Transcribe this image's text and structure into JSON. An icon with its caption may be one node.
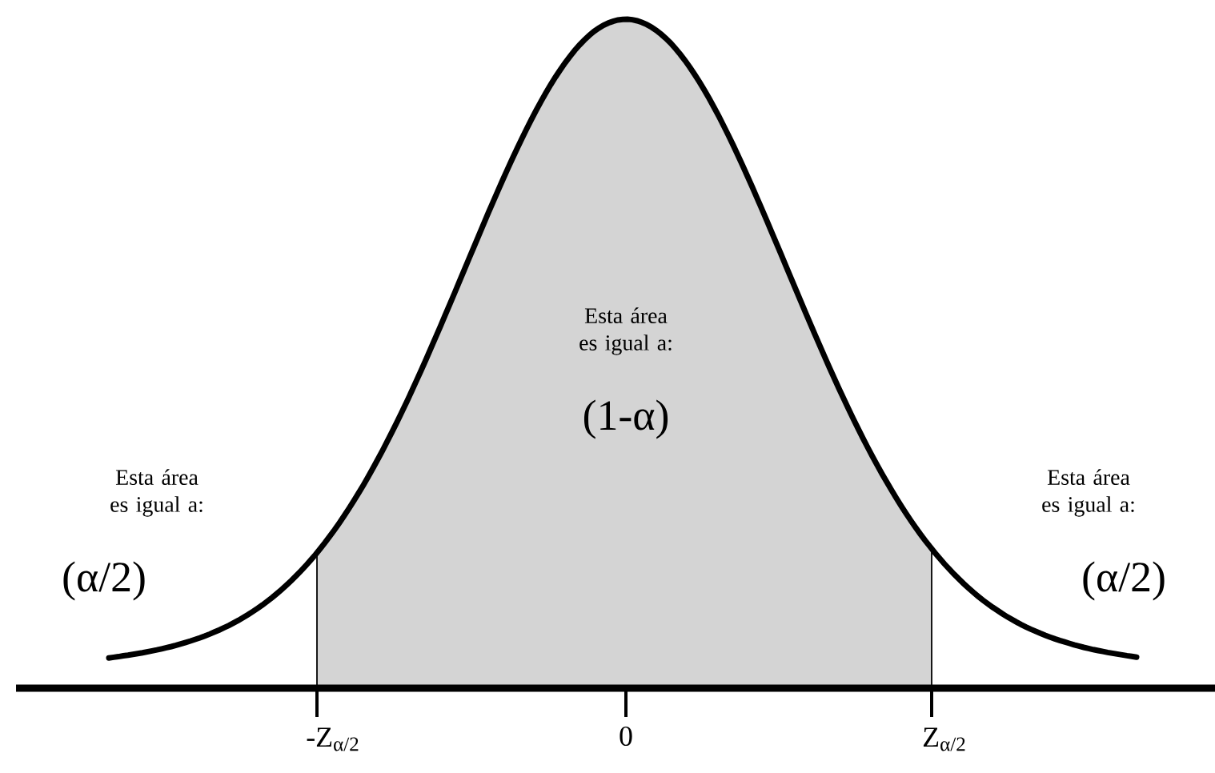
{
  "diagram": {
    "labels": [
      "Esta área es igual a:",
      "(1-α)",
      "Esta área es igual a:",
      "Esta área es igual a:",
      "(α/2)",
      "(α/2)",
      "-Z$_{α/2}$",
      "0",
      "Z$_{α/2}$"
    ]
  }
}
